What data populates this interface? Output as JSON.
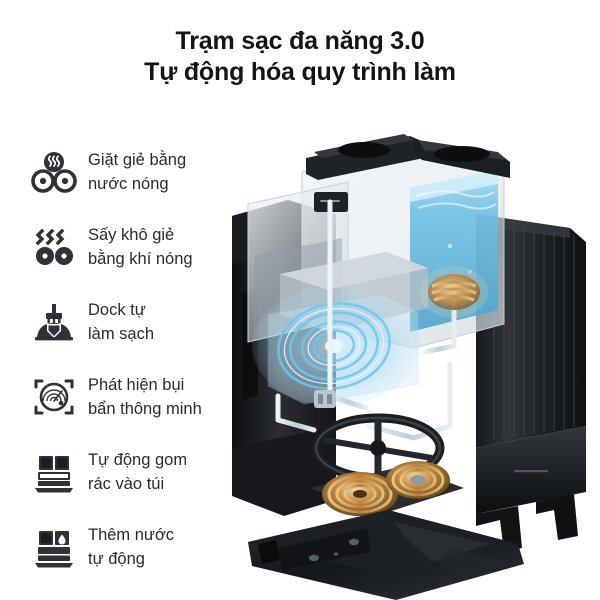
{
  "background_color": "#ffffff",
  "title": {
    "line1": "Trạm sạc đa năng 3.0",
    "line2": "Tự động hóa quy trình làm",
    "color": "#141414"
  },
  "features": [
    {
      "icon": "hot-water-wash-icon",
      "label": "Giặt giẻ bằng\nnước nóng"
    },
    {
      "icon": "hot-air-dry-icon",
      "label": "Sấy khô giẻ\nbằng khí nóng"
    },
    {
      "icon": "dock-self-clean-icon",
      "label": "Dock tự\nlàm sạch"
    },
    {
      "icon": "dirt-detection-radar-icon",
      "label": "Phát hiện bụi\nbẩn thông minh"
    },
    {
      "icon": "auto-dust-collection-icon",
      "label": "Tự động gom\nrác vào túi"
    },
    {
      "icon": "auto-water-refill-icon",
      "label": "Thêm nước\ntự động"
    }
  ],
  "product_illustration": {
    "name": "robot-vacuum-dock-exploded-view",
    "colors": {
      "body_black": "#1b1d20",
      "water_blue": "#63b8e0",
      "glow_blue": "#7fd2f5",
      "heating_gold": "#c68a3c",
      "clear_plastic": "#dfe4e8"
    }
  }
}
